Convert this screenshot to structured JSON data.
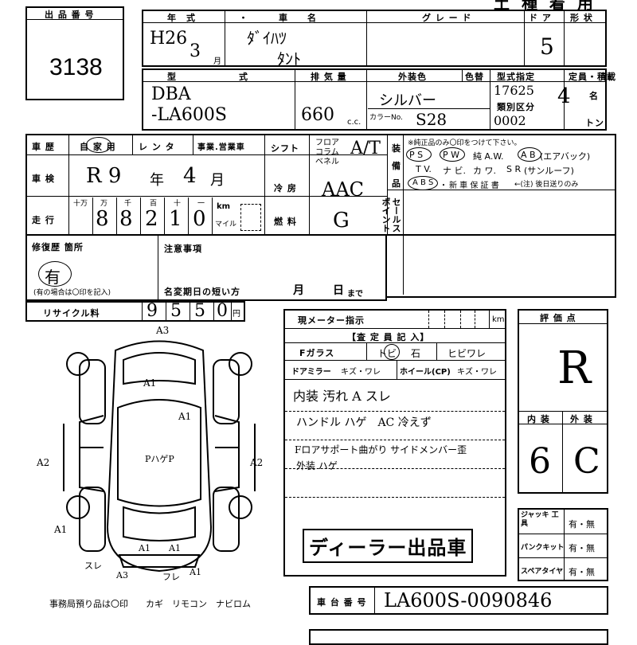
{
  "header": {
    "title": "土 種 着 用"
  },
  "lot": {
    "label": "出 品 番 号",
    "number": "3138"
  },
  "year_section": {
    "label": "年　式",
    "era_year": "H26",
    "month": "3",
    "month_unit": "月"
  },
  "maker_section": {
    "prefix": "・",
    "label": "車　　名",
    "maker": "ﾀﾞｲﾊﾂ",
    "model": "ﾀﾝﾄ"
  },
  "grade_section": {
    "label": "グ レ ー ド"
  },
  "doors_section": {
    "label": "ド ア",
    "value": "5"
  },
  "shape_section": {
    "label": "形 状"
  },
  "type_section": {
    "label1": "型",
    "label2": "式",
    "prefix": "DBA",
    "model_code": "-LA600S"
  },
  "displacement_section": {
    "label": "排 気 量",
    "value": "660",
    "unit": "c.c."
  },
  "color_section": {
    "label": "外装色",
    "label2": "色替",
    "value": "シルバー",
    "color_no_label": "カラーNo.",
    "color_no": "S28"
  },
  "type_designation": {
    "label": "型式指定",
    "value": "17625",
    "class_label": "類別区分",
    "class_value": "0002"
  },
  "capacity_section": {
    "label": "定員・積載",
    "value": "4",
    "unit": "名",
    "ton_unit": "トン"
  },
  "history": {
    "label": "車 歴",
    "options": [
      "自 家 用",
      "レ ン タ",
      "事業.営業車"
    ]
  },
  "shift": {
    "label": "シフト",
    "options": [
      "フロア",
      "コラム",
      "ベネル"
    ],
    "value": "A/T"
  },
  "equipment": {
    "label": "装 備 品",
    "note": "※純正品のみ〇印をつけて下さい。",
    "row1": [
      "P S",
      "P W",
      "純 A.W.",
      "A B",
      "(エアバック)"
    ],
    "row2": [
      "T V.",
      "ナ ビ.",
      "カ ワ.",
      "S R",
      "(サンルーフ)"
    ],
    "row3": [
      "A B S",
      "・",
      "新 車 保 証 書",
      "←(注) 後日送りのみ"
    ]
  },
  "inspection": {
    "label": "車 検",
    "value": "R 9",
    "year_unit": "年",
    "month": "4",
    "month_unit": "月"
  },
  "ac": {
    "label": "冷 房",
    "value": "AAC"
  },
  "mileage": {
    "label": "走 行",
    "units": [
      "十万",
      "万",
      "千",
      "百",
      "十",
      "一"
    ],
    "digits": [
      "",
      "8",
      "8",
      "2",
      "1",
      "0"
    ],
    "unit": "km",
    "mile_label": "マイル"
  },
  "fuel": {
    "label": "燃 料",
    "value": "G"
  },
  "sale_points": {
    "label": "セールスポイント"
  },
  "repair": {
    "label": "修復歴 箇所",
    "value": "有",
    "note": "(有の場合は〇印を記入)"
  },
  "notes": {
    "label": "注意事項",
    "short_change": "名変期日の短い方",
    "month_unit": "月",
    "day_unit": "日",
    "suffix": "まで"
  },
  "recycle": {
    "label": "リサイクル料",
    "digits": [
      "9",
      "5",
      "5",
      "0"
    ],
    "unit": "円"
  },
  "meter": {
    "label": "現メーター指示",
    "unit": "km"
  },
  "inspector": {
    "title": "【査 定 員 記 入】",
    "glass": {
      "label": "Fガラス",
      "options": [
        "ト",
        "ビ",
        "石",
        "ヒビワレ"
      ]
    },
    "mirror": {
      "label": "ドアミラー",
      "value": "キズ・ワレ"
    },
    "wheel": {
      "label": "ホイール(CP)",
      "value": "キズ・ワレ"
    },
    "remarks": [
      "内装 汚れ A スレ",
      "ハンドル ハゲ　AC 冷えず",
      "Fロアサポート曲がり サイドメンバー歪",
      "外装 ハゲ"
    ],
    "stamp": "ディーラー出品車"
  },
  "evaluation": {
    "label": "評 価 点",
    "value": "R",
    "interior_label": "内 装",
    "exterior_label": "外 装",
    "interior": "6",
    "exterior": "C"
  },
  "tools": [
    {
      "label": "ジャッキ 工　　具",
      "value": "有・無"
    },
    {
      "label": "パンクキット",
      "value": "有・無"
    },
    {
      "label": "スペアタイヤ",
      "value": "有・無"
    }
  ],
  "diagram": {
    "marks": [
      "A3",
      "A1",
      "A1",
      "A2",
      "A2",
      "PハゲP",
      "A1",
      "A1",
      "A1",
      "スレ",
      "A3",
      "フレ",
      "A1"
    ],
    "office_note": "事務局預り品は〇印　　カギ　リモコン　ナビロム"
  },
  "chassis": {
    "label": "車 台 番 号",
    "value": "LA600S-0090846"
  }
}
